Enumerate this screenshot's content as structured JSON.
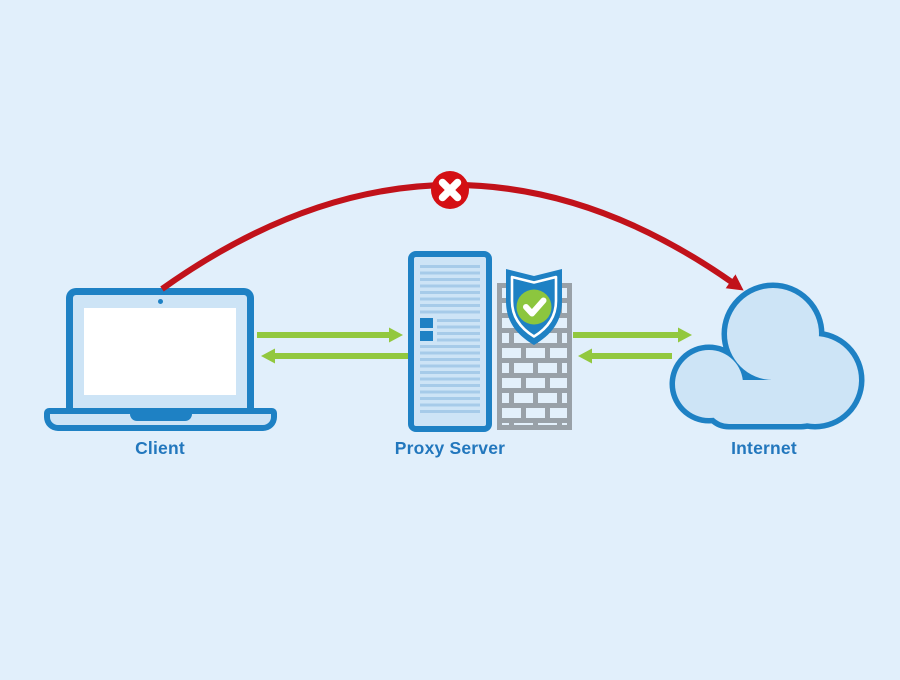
{
  "diagram": {
    "type": "proxy-server-network-diagram",
    "nodes": [
      {
        "id": "client",
        "label": "Client",
        "icon": "laptop-icon"
      },
      {
        "id": "proxy",
        "label": "Proxy Server",
        "icon": "server-rack-icon"
      },
      {
        "id": "internet",
        "label": "Internet",
        "icon": "cloud-icon"
      }
    ],
    "security_icons": [
      {
        "name": "firewall-brick-wall-icon"
      },
      {
        "name": "shield-checkmark-icon"
      }
    ],
    "connections": [
      {
        "from": "client",
        "to": "proxy",
        "style": "green-arrow-right"
      },
      {
        "from": "proxy",
        "to": "client",
        "style": "green-arrow-left"
      },
      {
        "from": "proxy",
        "to": "internet",
        "style": "green-arrow-right"
      },
      {
        "from": "internet",
        "to": "proxy",
        "style": "green-arrow-left"
      },
      {
        "from": "client",
        "to": "internet",
        "style": "red-arc-blocked",
        "badge": "blocked-x-icon"
      }
    ],
    "colors": {
      "background": "#e1effb",
      "outline_blue": "#1e81c4",
      "fill_light_blue": "#cde4f6",
      "server_stripe": "#a6cbe9",
      "arrow_green": "#92c83e",
      "shield_green": "#8cc63e",
      "blocked_red": "#c1121a",
      "badge_red": "#d40f14",
      "firewall_gray": "#99a1a8",
      "brick_fill": "#e3f0fb",
      "label_text": "#2277bd",
      "screen_white": "#ffffff"
    }
  }
}
